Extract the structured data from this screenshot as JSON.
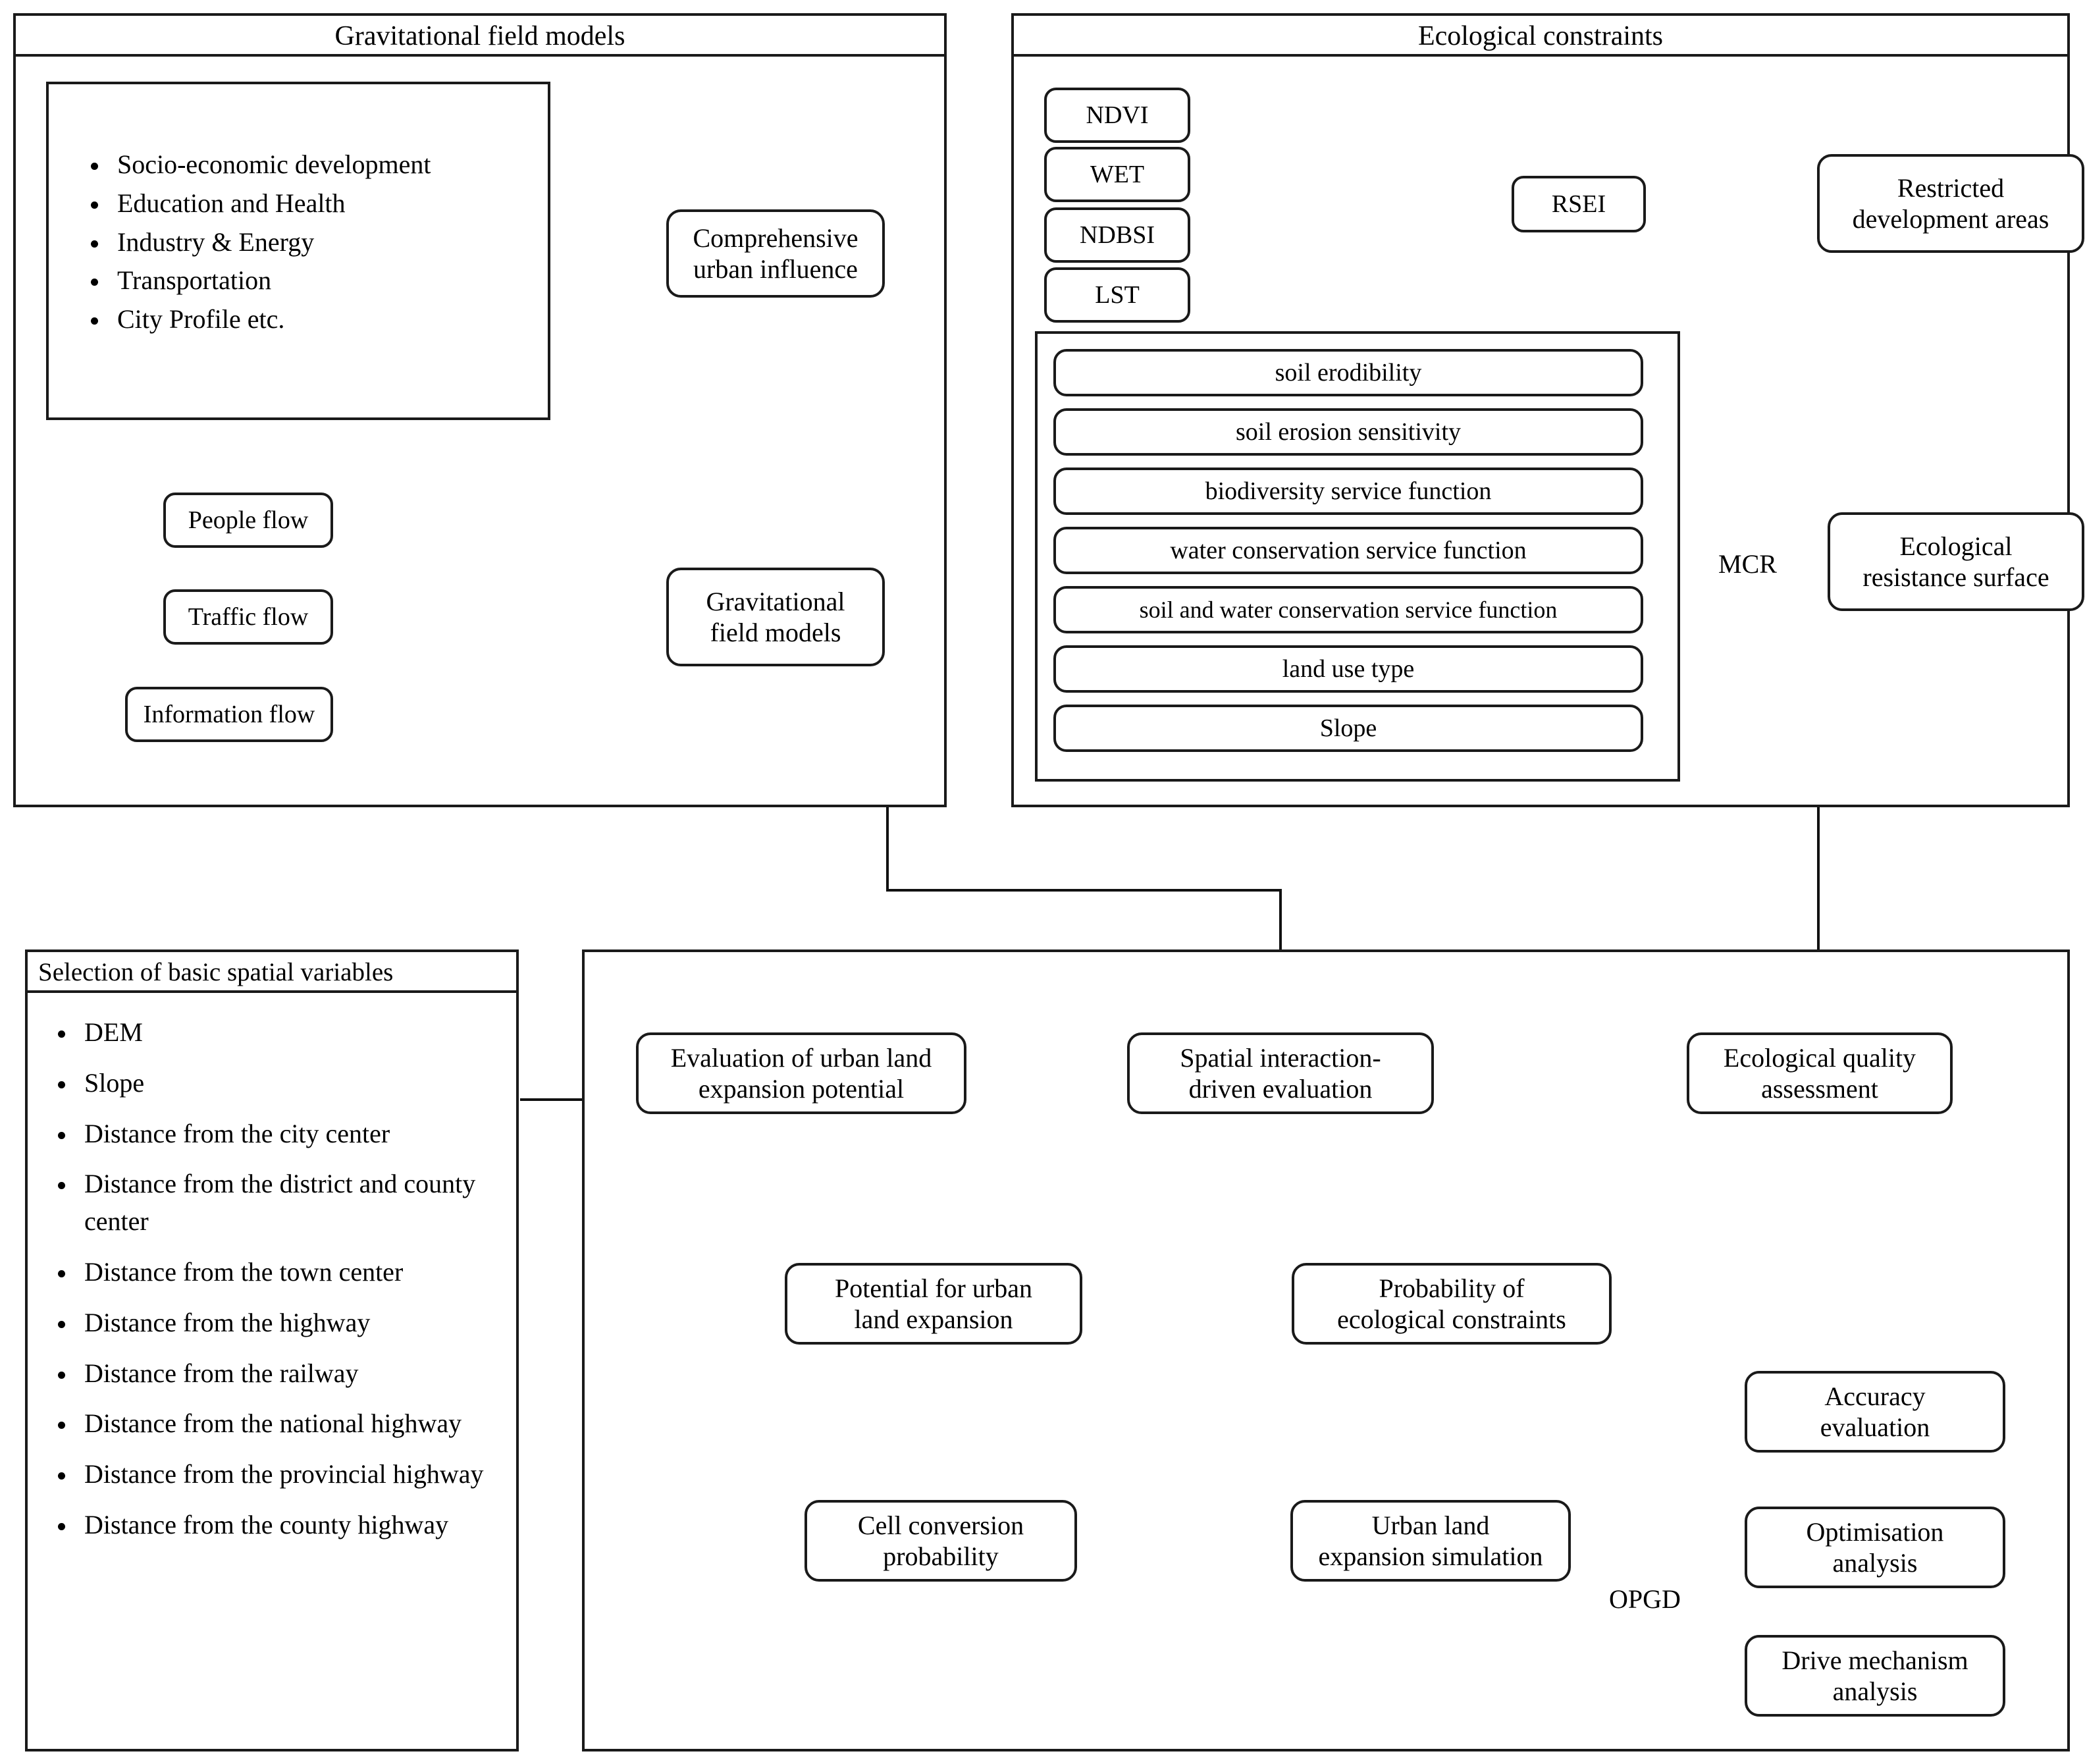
{
  "diagram": {
    "type": "flowchart",
    "title_of_figure": "",
    "panels": {
      "gravitational": {
        "title": "Gravitational field models",
        "factor_list": [
          "Socio-economic development",
          "Education and Health",
          "Industry & Energy",
          "Transportation",
          "City Profile etc."
        ],
        "flow_nodes": [
          "People flow",
          "Traffic flow",
          "Information flow"
        ],
        "node_comprehensive": "Comprehensive\nurban influence",
        "node_comprehensive_line1": "Comprehensive",
        "node_comprehensive_line2": "urban influence",
        "node_model_line1": "Gravitational",
        "node_model_line2": "field models"
      },
      "ecological": {
        "title": "Ecological constraints",
        "rsei_inputs": [
          "NDVI",
          "WET",
          "NDBSI",
          "LST"
        ],
        "node_rsei": "RSEI",
        "node_restricted_line1": "Restricted",
        "node_restricted_line2": "development areas",
        "resistance_factors": [
          "soil erodibility",
          "soil erosion sensitivity",
          "biodiversity service function",
          "water conservation service function",
          "soil and water conservation service function",
          "land use type",
          "Slope"
        ],
        "edge_label_mcr": "MCR",
        "node_resistance_line1": "Ecological",
        "node_resistance_line2": "resistance surface"
      },
      "spatial_variables": {
        "title": "Selection of basic spatial variables",
        "items": [
          "DEM",
          "Slope",
          "Distance from the city center",
          "Distance from the district and county center",
          "Distance from the town center",
          "Distance from the highway",
          "Distance from the railway",
          "Distance from the national highway",
          "Distance from the provincial highway",
          "Distance from the county highway"
        ]
      },
      "simulation": {
        "title": "",
        "nodes": {
          "eval_potential_l1": "Evaluation of urban land",
          "eval_potential_l2": "expansion potential",
          "spatial_interaction_l1": "Spatial interaction-",
          "spatial_interaction_l2": "driven evaluation",
          "eco_quality_l1": "Ecological quality",
          "eco_quality_l2": "assessment",
          "potential_urban_l1": "Potential for urban",
          "potential_urban_l2": "land expansion",
          "prob_eco_l1": "Probability of",
          "prob_eco_l2": "ecological constraints",
          "cell_conv_l1": "Cell conversion",
          "cell_conv_l2": "probability",
          "urban_sim_l1": "Urban land",
          "urban_sim_l2": "expansion simulation",
          "accuracy_l1": "Accuracy",
          "accuracy_l2": "evaluation",
          "optimisation_l1": "Optimisation",
          "optimisation_l2": "analysis",
          "drive_l1": "Drive mechanism",
          "drive_l2": "analysis"
        },
        "edge_label_opgd": "OPGD"
      }
    },
    "colors": {
      "stroke": "#111111",
      "background": "#ffffff",
      "text": "#000000"
    }
  }
}
